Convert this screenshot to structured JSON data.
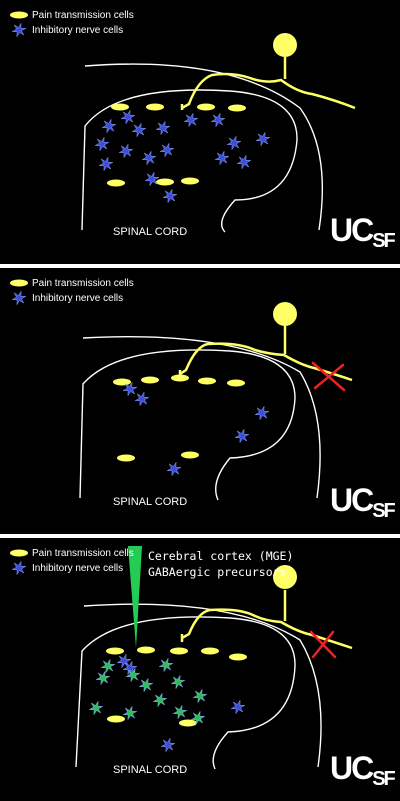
{
  "legend": {
    "pain_label": "Pain transmission cells",
    "inhibitory_label": "Inhibitory nerve cells"
  },
  "cord_label": "SPINAL CORD",
  "logo_text": {
    "uc": "UC",
    "sf": "SF"
  },
  "annotation": {
    "line1": "Cerebral cortex (MGE)",
    "line2": "GABAergic precursors"
  },
  "colors": {
    "background": "#000000",
    "pain_cell": "#ffff66",
    "inhibitory_cell": "#3b4fd8",
    "transplant_cell": "#2fbf5a",
    "injection": "#22cc55",
    "cross": "#ee2222",
    "outline": "#ffffff"
  },
  "icons": [
    "yellow-oval-icon",
    "blue-star-icon",
    "green-star-icon",
    "red-cross-icon"
  ]
}
